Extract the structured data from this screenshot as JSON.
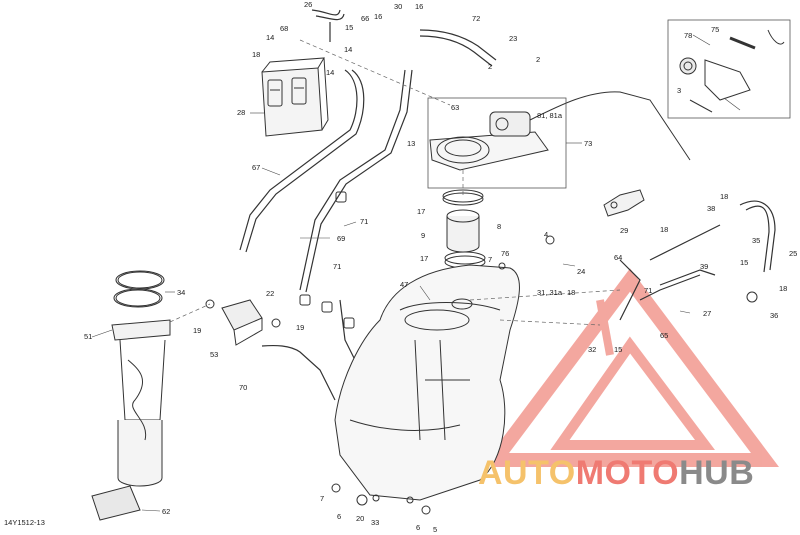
{
  "diagram": {
    "reference_code": "14Y1512-13",
    "callouts": [
      {
        "id": "c26",
        "label": "26"
      },
      {
        "id": "c68",
        "label": "68"
      },
      {
        "id": "c14a",
        "label": "14"
      },
      {
        "id": "c18a",
        "label": "18"
      },
      {
        "id": "c66",
        "label": "66"
      },
      {
        "id": "c16a",
        "label": "16"
      },
      {
        "id": "c30",
        "label": "30"
      },
      {
        "id": "c16b",
        "label": "16"
      },
      {
        "id": "c72",
        "label": "72"
      },
      {
        "id": "c15a",
        "label": "15"
      },
      {
        "id": "c14b",
        "label": "14"
      },
      {
        "id": "c14c",
        "label": "14"
      },
      {
        "id": "c23",
        "label": "23"
      },
      {
        "id": "c2a",
        "label": "2"
      },
      {
        "id": "c2b",
        "label": "2"
      },
      {
        "id": "c78",
        "label": "78"
      },
      {
        "id": "c75",
        "label": "75"
      },
      {
        "id": "c3",
        "label": "3"
      },
      {
        "id": "c28",
        "label": "28"
      },
      {
        "id": "c63",
        "label": "63"
      },
      {
        "id": "c81",
        "label": "81, 81a"
      },
      {
        "id": "c73",
        "label": "73"
      },
      {
        "id": "c13",
        "label": "13"
      },
      {
        "id": "c67",
        "label": "67"
      },
      {
        "id": "c71a",
        "label": "71"
      },
      {
        "id": "c17a",
        "label": "17"
      },
      {
        "id": "c8",
        "label": "8"
      },
      {
        "id": "c29",
        "label": "29"
      },
      {
        "id": "c18b",
        "label": "18"
      },
      {
        "id": "c38",
        "label": "38"
      },
      {
        "id": "c9",
        "label": "9"
      },
      {
        "id": "c69",
        "label": "69"
      },
      {
        "id": "c4",
        "label": "4"
      },
      {
        "id": "c18c",
        "label": "18"
      },
      {
        "id": "c35",
        "label": "35"
      },
      {
        "id": "c25",
        "label": "25"
      },
      {
        "id": "c17b",
        "label": "17"
      },
      {
        "id": "c76",
        "label": "76"
      },
      {
        "id": "c7a",
        "label": "7"
      },
      {
        "id": "c24",
        "label": "24"
      },
      {
        "id": "c64",
        "label": "64"
      },
      {
        "id": "c39",
        "label": "39"
      },
      {
        "id": "c15b",
        "label": "15"
      },
      {
        "id": "c71b",
        "label": "71"
      },
      {
        "id": "c34",
        "label": "34"
      },
      {
        "id": "c47",
        "label": "47"
      },
      {
        "id": "c22",
        "label": "22"
      },
      {
        "id": "c31",
        "label": "31, 31a"
      },
      {
        "id": "c18d",
        "label": "18"
      },
      {
        "id": "c71c",
        "label": "71"
      },
      {
        "id": "c27",
        "label": "27"
      },
      {
        "id": "c18e",
        "label": "18"
      },
      {
        "id": "c36",
        "label": "36"
      },
      {
        "id": "c51",
        "label": "51"
      },
      {
        "id": "c19a",
        "label": "19"
      },
      {
        "id": "c19b",
        "label": "19"
      },
      {
        "id": "c53",
        "label": "53"
      },
      {
        "id": "c32",
        "label": "32"
      },
      {
        "id": "c15c",
        "label": "15"
      },
      {
        "id": "c65",
        "label": "65"
      },
      {
        "id": "c70",
        "label": "70"
      },
      {
        "id": "c62",
        "label": "62"
      },
      {
        "id": "c7b",
        "label": "7"
      },
      {
        "id": "c6a",
        "label": "6"
      },
      {
        "id": "c20",
        "label": "20"
      },
      {
        "id": "c33",
        "label": "33"
      },
      {
        "id": "c6b",
        "label": "6"
      },
      {
        "id": "c5",
        "label": "5"
      }
    ]
  },
  "watermark": {
    "part_a": "AUTO",
    "part_b": "MOTO",
    "part_c": "HUB",
    "colors": {
      "auto": "#f5c26b",
      "moto": "#ef7a72",
      "hub": "#8a8a8a",
      "triangle": "#f08a80"
    }
  }
}
